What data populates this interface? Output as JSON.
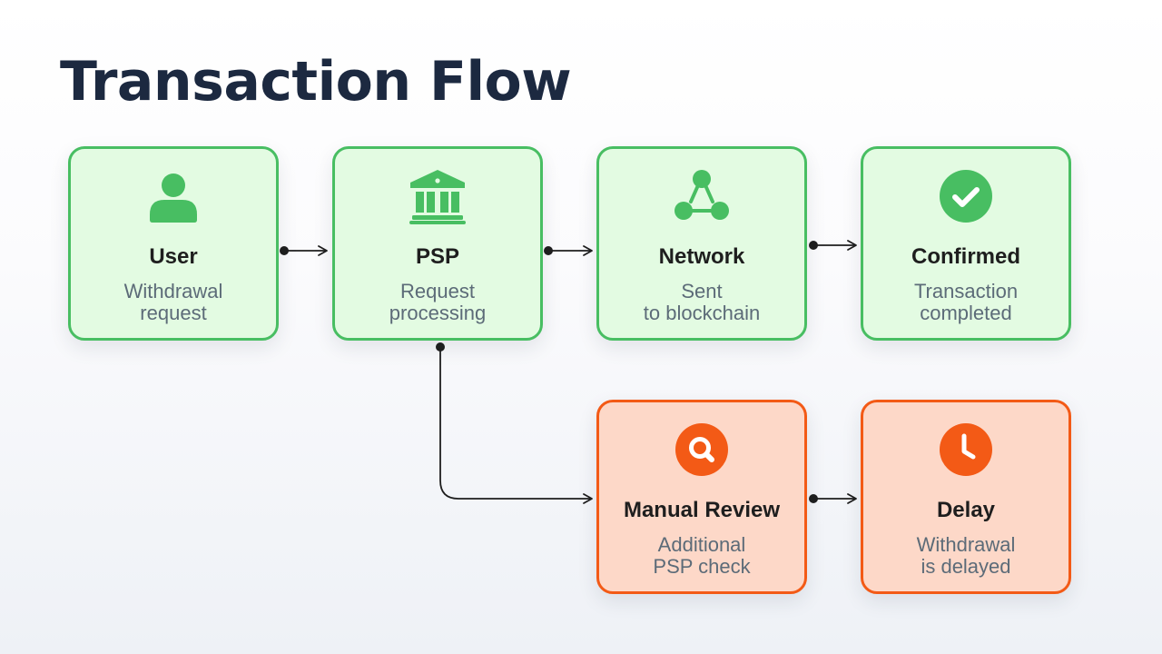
{
  "page": {
    "title": "Transaction Flow"
  },
  "colors": {
    "title": "#1c2940",
    "success_fill": "#e3fbe2",
    "success_border": "#48be62",
    "warning_fill": "#fdd8c8",
    "warning_border": "#f35a16",
    "connector": "#1e1e1e"
  },
  "nodes": {
    "user": {
      "icon": "user-icon",
      "title": "User",
      "lines": [
        "Withdrawal",
        "request"
      ],
      "status": "success"
    },
    "psp": {
      "icon": "bank-icon",
      "title": "PSP",
      "lines": [
        "Request",
        "processing"
      ],
      "status": "success"
    },
    "network": {
      "icon": "network-nodes-icon",
      "title": "Network",
      "lines": [
        "Sent",
        "to blockchain"
      ],
      "status": "success"
    },
    "confirmed": {
      "icon": "check-circle-icon",
      "title": "Confirmed",
      "lines": [
        "Transaction",
        "completed"
      ],
      "status": "success"
    },
    "manual_review": {
      "icon": "search-circle-icon",
      "title": "Manual Review",
      "lines": [
        "Additional",
        "PSP check"
      ],
      "status": "warning"
    },
    "delay": {
      "icon": "clock-icon",
      "title": "Delay",
      "lines": [
        "Withdrawal",
        "is delayed"
      ],
      "status": "warning"
    }
  },
  "edges": [
    {
      "from": "user",
      "to": "psp"
    },
    {
      "from": "psp",
      "to": "network"
    },
    {
      "from": "network",
      "to": "confirmed"
    },
    {
      "from": "psp",
      "to": "manual_review"
    },
    {
      "from": "manual_review",
      "to": "delay"
    }
  ]
}
